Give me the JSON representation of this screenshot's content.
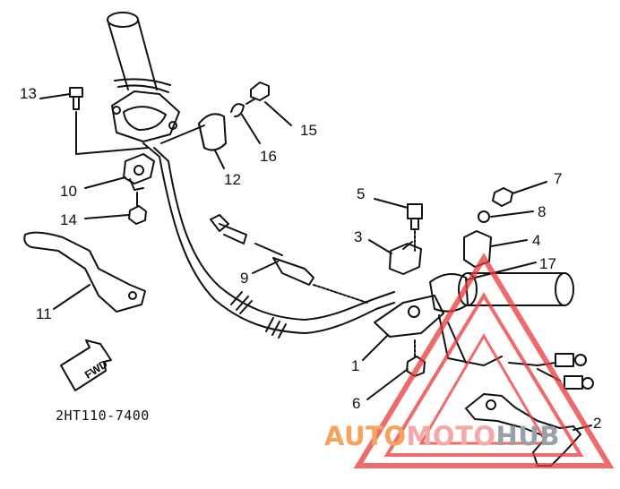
{
  "callouts": {
    "n1": "1",
    "n2": "2",
    "n3": "3",
    "n4": "4",
    "n5": "5",
    "n6": "6",
    "n7": "7",
    "n8": "8",
    "n9": "9",
    "n10": "10",
    "n11": "11",
    "n12": "12",
    "n13": "13",
    "n14": "14",
    "n15": "15",
    "n16": "16",
    "n17": "17"
  },
  "diagram_code": "2HT110-7400",
  "direction_label": "FWD",
  "watermark": {
    "part1": "AUTO",
    "part2": "MOTO",
    "part3": "HUB"
  },
  "colors": {
    "line": "#111111",
    "watermark_red": "#e83a3a",
    "watermark_orange": "#f5a25d",
    "watermark_grey": "#9aa0a8"
  }
}
